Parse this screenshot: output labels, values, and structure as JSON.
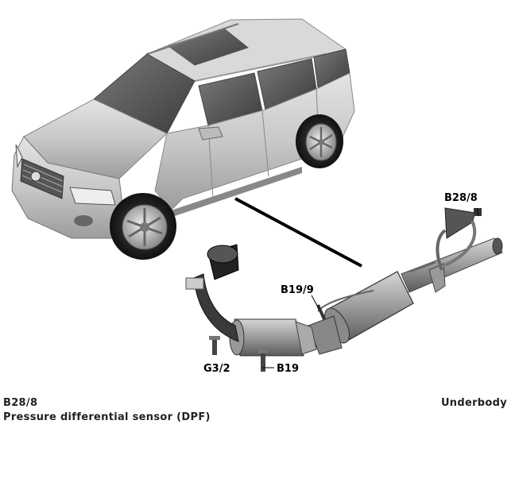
{
  "diagram": {
    "labels": {
      "b28_8": "B28/8",
      "b19_9": "B19/9",
      "g3_2": "G3/2",
      "b19": "B19"
    }
  },
  "caption": {
    "code": "B28/8",
    "description": "Pressure differential sensor (DPF)",
    "location": "Underbody"
  }
}
